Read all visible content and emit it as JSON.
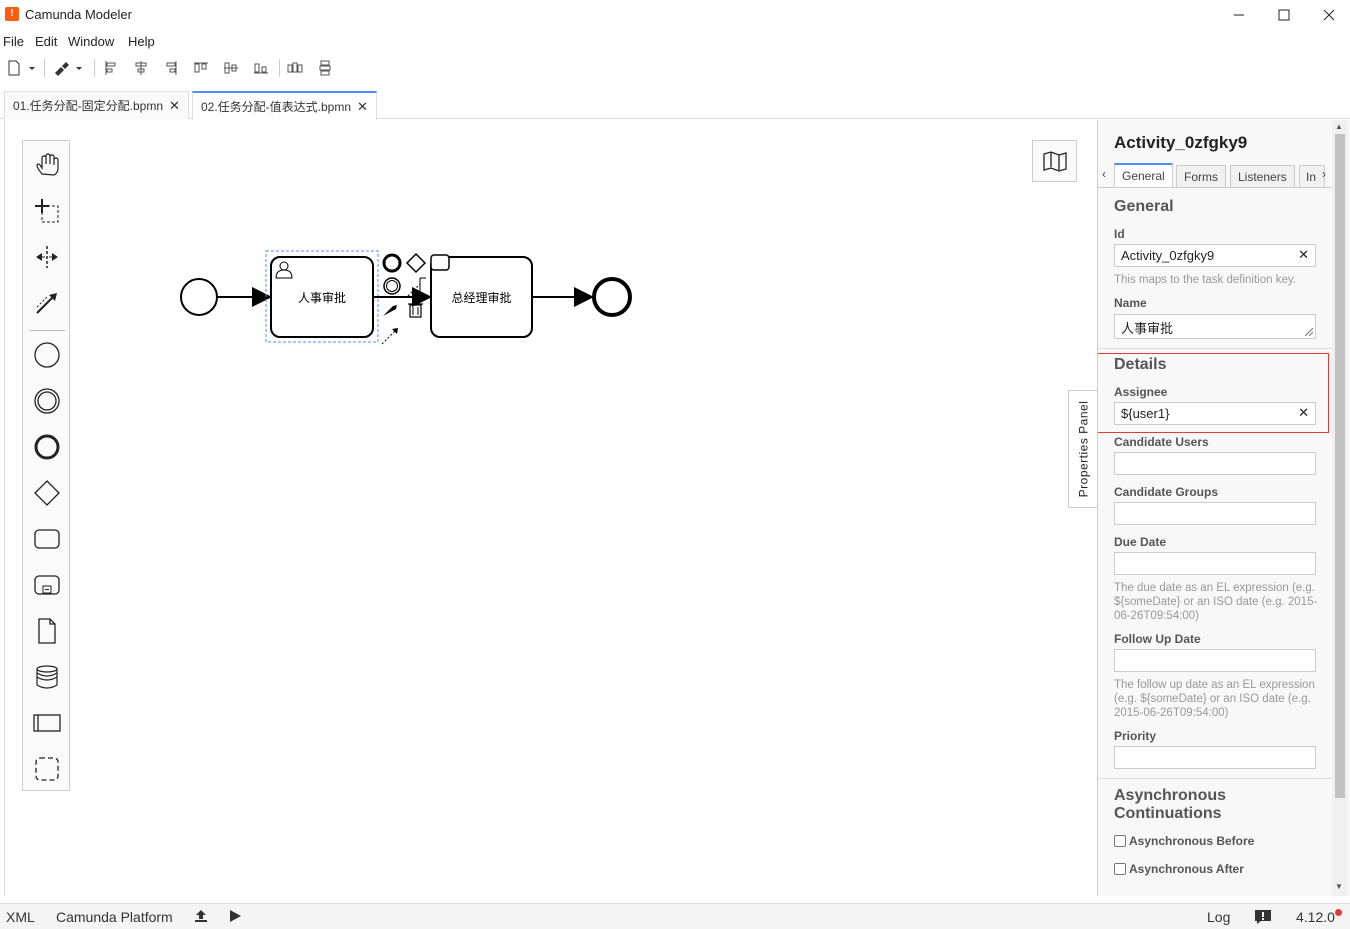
{
  "window": {
    "title": "Camunda Modeler",
    "minimize_icon": "minimize-icon",
    "maximize_icon": "maximize-icon",
    "close_icon": "close-icon"
  },
  "menu": [
    "File",
    "Edit",
    "Window",
    "Help"
  ],
  "tabs": [
    {
      "label": "01.任务分配-固定分配.bpmn",
      "active": false
    },
    {
      "label": "02.任务分配-值表达式.bpmn",
      "active": true
    }
  ],
  "diagram": {
    "task1_label": "人事审批",
    "task2_label": "总经理审批"
  },
  "properties_toggle": "Properties Panel",
  "properties": {
    "title": "Activity_0zfgky9",
    "tabs": [
      "General",
      "Forms",
      "Listeners",
      "In"
    ],
    "general": {
      "heading": "General",
      "id_label": "Id",
      "id_value": "Activity_0zfgky9",
      "id_desc": "This maps to the task definition key.",
      "name_label": "Name",
      "name_value": "人事审批"
    },
    "details": {
      "heading": "Details",
      "assignee_label": "Assignee",
      "assignee_value": "${user1}",
      "candidate_users_label": "Candidate Users",
      "candidate_groups_label": "Candidate Groups",
      "due_date_label": "Due Date",
      "due_date_desc": "The due date as an EL expression (e.g. ${someDate} or an ISO date (e.g. 2015-06-26T09:54:00)",
      "follow_up_label": "Follow Up Date",
      "follow_up_desc": "The follow up date as an EL expression (e.g. ${someDate} or an ISO date (e.g. 2015-06-26T09:54:00)",
      "priority_label": "Priority"
    },
    "async": {
      "heading": "Asynchronous Continuations",
      "before_label": "Asynchronous Before",
      "after_label": "Asynchronous After"
    }
  },
  "statusbar": {
    "xml": "XML",
    "platform": "Camunda Platform",
    "log": "Log",
    "version": "4.12.0"
  },
  "colors": {
    "accent": "#4d90fe",
    "brand": "#fc5d0d",
    "highlight": "#e53935"
  }
}
